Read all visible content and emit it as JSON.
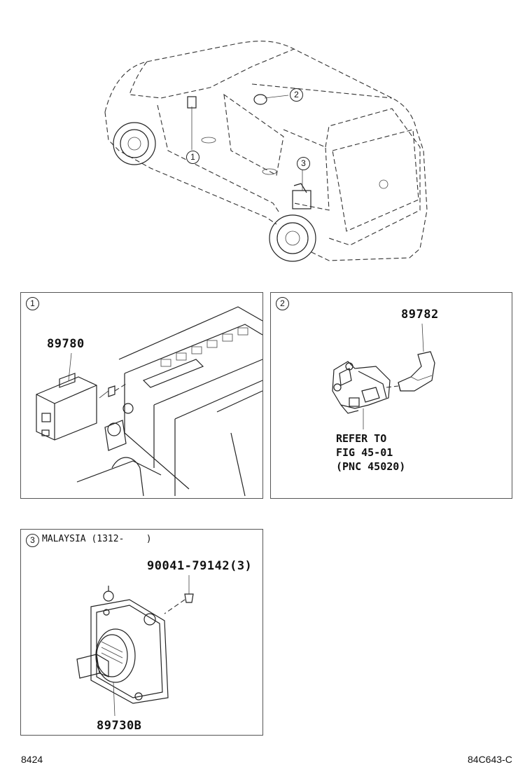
{
  "overview": {
    "callouts": [
      "1",
      "2",
      "3"
    ]
  },
  "panel1": {
    "index": "1",
    "part": "89780"
  },
  "panel2": {
    "index": "2",
    "part": "89782",
    "refer": [
      "REFER TO",
      "FIG 45-01",
      "(PNC 45020)"
    ]
  },
  "panel3": {
    "index": "3",
    "heading": "MALAYSIA (1312-    )",
    "bolt": "90041-79142(3)",
    "part": "89730B"
  },
  "footer": {
    "left": "8424",
    "right": "84C643-C"
  }
}
